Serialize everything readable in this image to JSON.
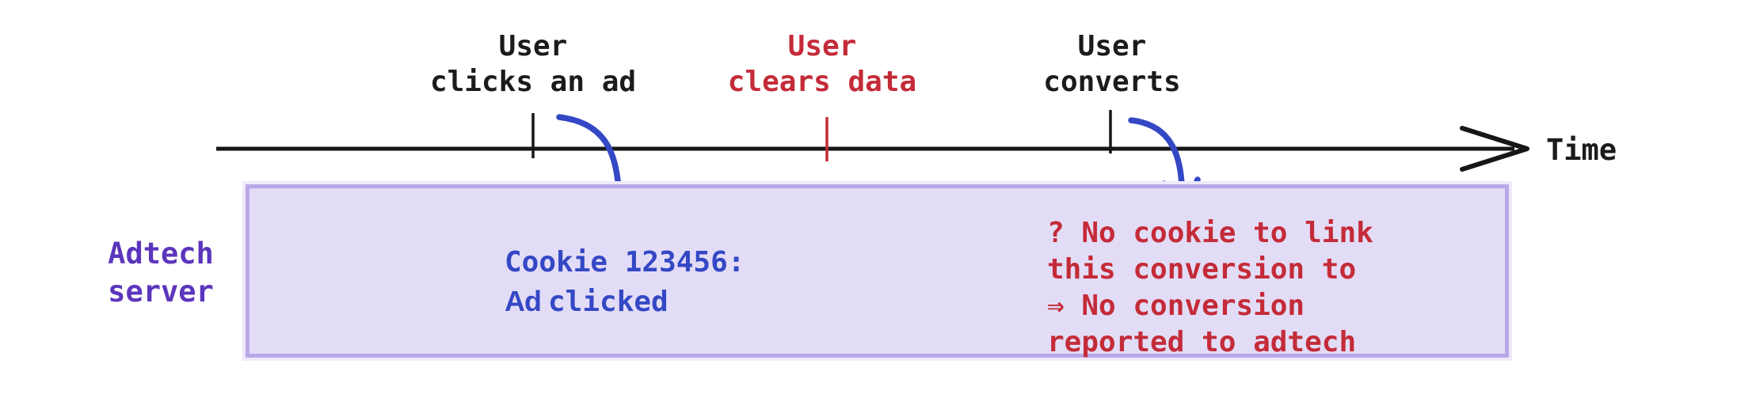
{
  "colors": {
    "axis_black": "#161616",
    "event_red": "#c42b38",
    "annotation_blue": "#3448c5",
    "server_purple": "#5c35bd",
    "box_fill": "#e3dcf6",
    "box_border": "#b9a8e8"
  },
  "timeline": {
    "axis_label": "Time",
    "events": [
      {
        "line1": "User",
        "line2": "clicks an ad",
        "color": "black"
      },
      {
        "line1": "User",
        "line2": "clears data",
        "color": "red"
      },
      {
        "line1": "User",
        "line2": "converts",
        "color": "black"
      }
    ]
  },
  "adtech": {
    "label_line1": "Adtech",
    "label_line2": "server",
    "cookie_note": {
      "line1": "Cookie 123456:",
      "line2_prefix": "Ad ",
      "line2_word": "clicked"
    },
    "no_cookie_note": {
      "lines": [
        "? No cookie to link",
        "this conversion to",
        "⇒ No conversion",
        "reported to adtech"
      ]
    }
  }
}
